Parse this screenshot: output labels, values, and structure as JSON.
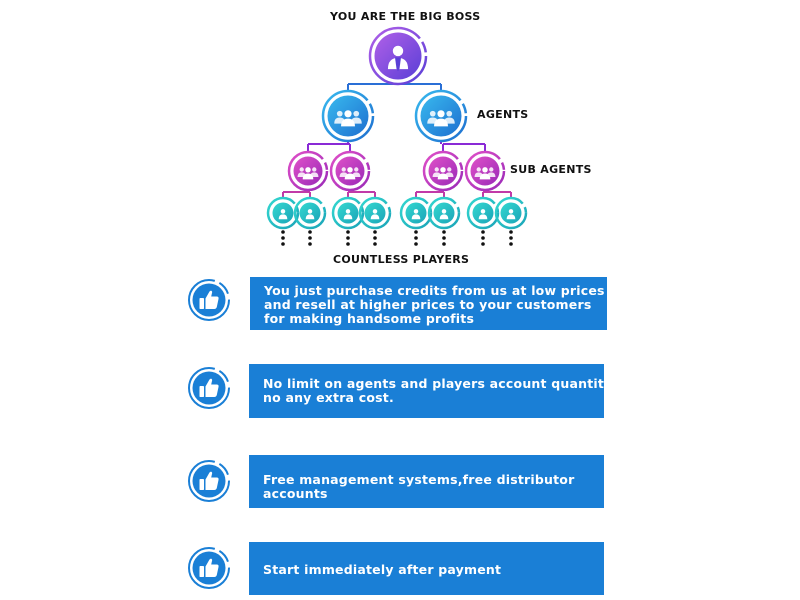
{
  "labels": {
    "boss": "YOU ARE THE BIG BOSS",
    "agents": "AGENTS",
    "sub_agents": "SUB AGENTS",
    "players": "COUNTLESS PLAYERS"
  },
  "icons": {
    "boss": "businessman-icon",
    "agent": "group-icon",
    "sub_agent": "group-icon",
    "player": "user-icon",
    "benefit": "thumbs-up-icon"
  },
  "colors": {
    "boss_gradient": [
      "#b060e8",
      "#5a3fd6"
    ],
    "agent_gradient": [
      "#38b9ee",
      "#1e6fd0"
    ],
    "sub_agent_gradient": [
      "#e050c8",
      "#9a2ab8"
    ],
    "player_gradient": [
      "#34d8d0",
      "#1aa4b8"
    ],
    "line_top": "#2a6fd6",
    "line_mid": "#8a2ad6",
    "line_bottom": "#c23aa8",
    "box": "#1a7fd6",
    "thumb": "#1a7fd6"
  },
  "benefits": [
    {
      "lines": [
        "You just purchase credits from us at low prices",
        "and resell at higher prices to your customers",
        "for making handsome profits"
      ]
    },
    {
      "lines": [
        "No limit on agents and players account quantity,",
        "no any extra cost."
      ]
    },
    {
      "lines": [
        "Free management systems,free distributor",
        "accounts"
      ]
    },
    {
      "lines": [
        "Start immediately after payment"
      ]
    }
  ]
}
